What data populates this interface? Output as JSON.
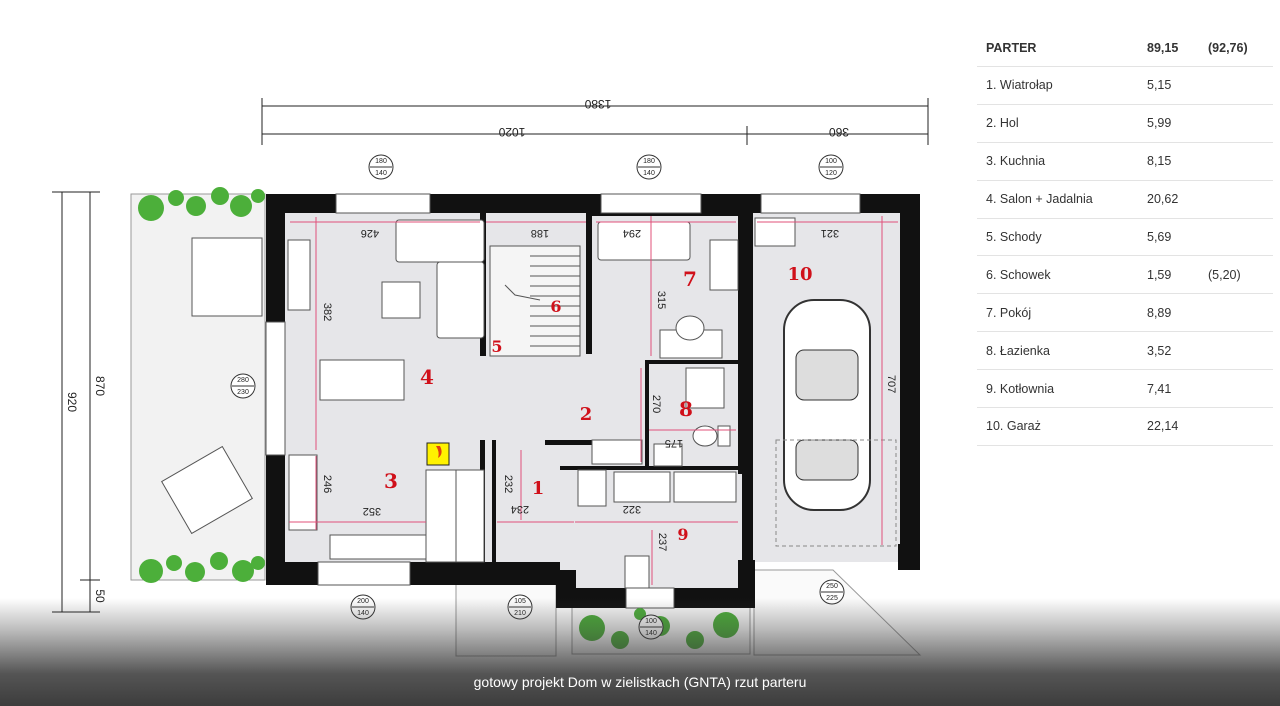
{
  "table": {
    "header": {
      "label": "PARTER",
      "value": "89,15",
      "extra": "(92,76)"
    },
    "rows": [
      {
        "label": "1. Wiatrołap",
        "value": "5,15",
        "extra": ""
      },
      {
        "label": "2. Hol",
        "value": "5,99",
        "extra": ""
      },
      {
        "label": "3. Kuchnia",
        "value": "8,15",
        "extra": ""
      },
      {
        "label": "4. Salon + Jadalnia",
        "value": "20,62",
        "extra": ""
      },
      {
        "label": "5. Schody",
        "value": "5,69",
        "extra": ""
      },
      {
        "label": "6. Schowek",
        "value": "1,59",
        "extra": "(5,20)"
      },
      {
        "label": "7. Pokój",
        "value": "8,89",
        "extra": ""
      },
      {
        "label": "8. Łazienka",
        "value": "3,52",
        "extra": ""
      },
      {
        "label": "9. Kotłownia",
        "value": "7,41",
        "extra": ""
      },
      {
        "label": "10. Garaż",
        "value": "22,14",
        "extra": ""
      }
    ]
  },
  "caption": "gotowy projekt Dom w zielistkach (GNTA) rzut parteru",
  "plan": {
    "overall_dims": {
      "total": "1380",
      "left": "1020",
      "right": "360",
      "height_outer": "920",
      "height_inner": "870",
      "bottom_small": "50"
    },
    "room_dims": {
      "d426": "426",
      "d188": "188",
      "d294": "294",
      "d321": "321",
      "d382": "382",
      "d315": "315",
      "d707": "707",
      "d270": "270",
      "d175": "175",
      "d246": "246",
      "d352": "352",
      "d234": "234",
      "d322": "322",
      "d232": "232",
      "d237": "237"
    },
    "window_labels": {
      "w1_top": "180",
      "w1_bot": "140",
      "w2_top": "180",
      "w2_bot": "140",
      "w3_top": "100",
      "w3_bot": "120",
      "w4_top": "280",
      "w4_bot": "230",
      "w5_top": "200",
      "w5_bot": "140",
      "w6_top": "105",
      "w6_bot": "210",
      "w7_top": "100",
      "w7_bot": "140",
      "w8_top": "250",
      "w8_bot": "225"
    },
    "room_numbers": {
      "r1": "1",
      "r2": "2",
      "r3": "3",
      "r4": "4",
      "r5": "5",
      "r6": "6",
      "r7": "7",
      "r8": "8",
      "r9": "9",
      "r10": "10"
    }
  },
  "colors": {
    "wall": "#111111",
    "floor": "#e6e6e9",
    "dim_line": "#e0507a",
    "room_number": "#d0101a",
    "greenery": "#4caf3a"
  }
}
